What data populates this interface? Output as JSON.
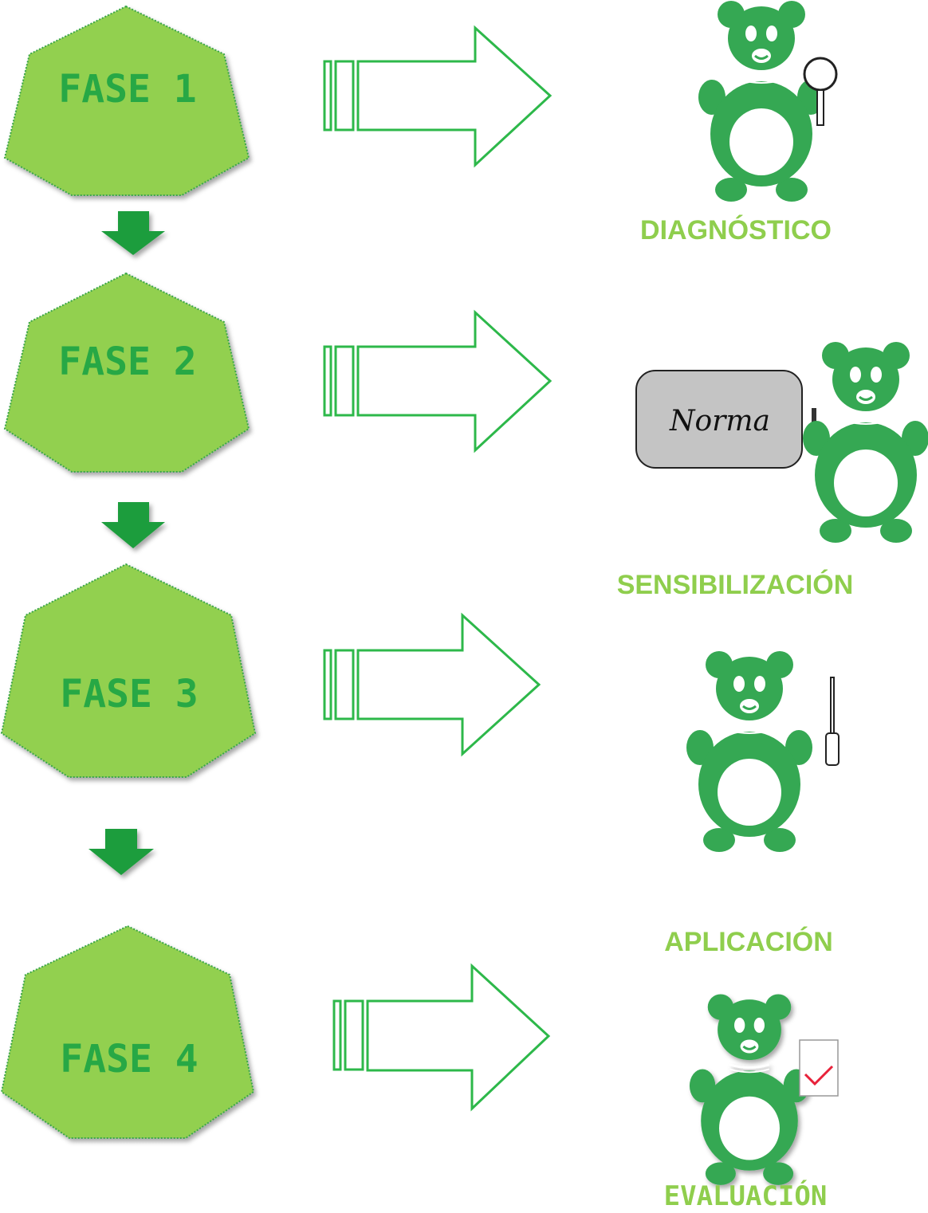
{
  "colors": {
    "heptagon_fill": "#92d050",
    "phase_text": "#27a845",
    "arrow_stroke": "#2db84a",
    "down_arrow": "#1f9d3c",
    "bear": "#35a853",
    "result_text": "#8fce4d"
  },
  "phases": [
    {
      "label": "FASE 1",
      "result": "DIAGNÓSTICO",
      "icon": "bear-magnifier-icon"
    },
    {
      "label": "FASE 2",
      "result": "SENSIBILIZACIÓN",
      "icon": "bear-sign-icon",
      "sign_text": "Norma"
    },
    {
      "label": "FASE 3",
      "result": "APLICACIÓN",
      "icon": "bear-screwdriver-icon"
    },
    {
      "label": "FASE 4",
      "result": "EVALUACIÓN",
      "icon": "bear-checkbox-icon"
    }
  ]
}
